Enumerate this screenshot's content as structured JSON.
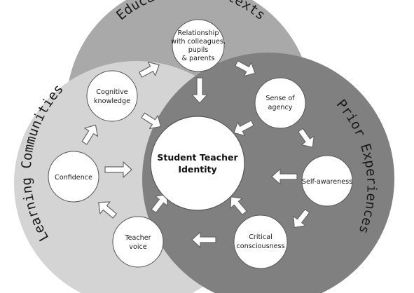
{
  "contexts": {
    "educational": "EducationalContexts",
    "learning": "Learning Communities",
    "prior": "Prior Experiences"
  },
  "center": {
    "line1": "Student Teacher",
    "line2": "Identity"
  },
  "nodes": {
    "relationship": {
      "line1": "Relationship",
      "line2": "with colleagues,",
      "line3": "pupils",
      "line4": "& parents"
    },
    "cognitive": {
      "line1": "Cognitive",
      "line2": "knowledge"
    },
    "confidence": {
      "line1": "Confidence"
    },
    "teacher_voice": {
      "line1": "Teacher",
      "line2": "voice"
    },
    "agency": {
      "line1": "Sense of",
      "line2": "agency"
    },
    "self_awareness": {
      "line1": "Self-awareness"
    },
    "critical": {
      "line1": "Critical",
      "line2": "consciousness"
    }
  },
  "colors": {
    "educational_fill": "#a9a9a9",
    "learning_fill": "#d4d4d4",
    "prior_fill": "#808080",
    "node_fill": "#ffffff",
    "node_stroke": "#555555",
    "arrow_fill": "#ffffff",
    "arrow_stroke": "#666666"
  }
}
